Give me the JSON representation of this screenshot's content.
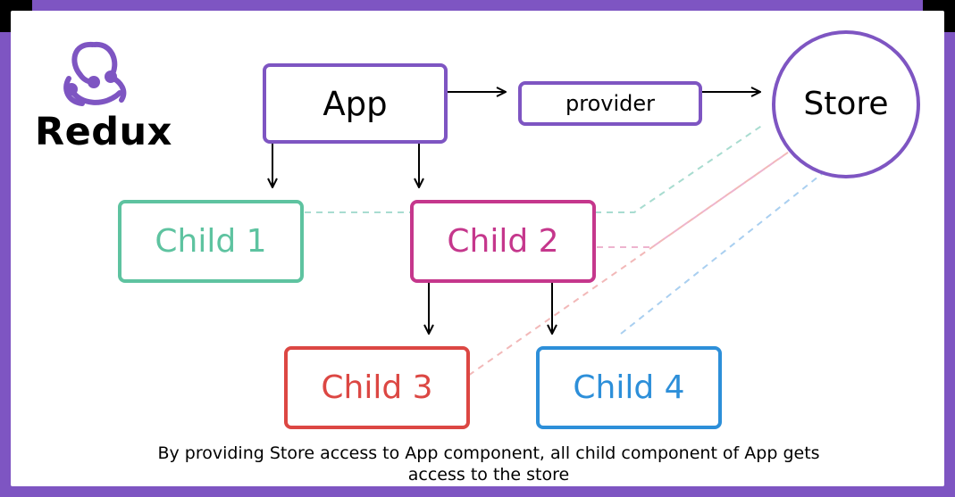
{
  "brand": {
    "name": "Redux",
    "logo_icon": "redux-logo-icon",
    "color": "#7e55c2"
  },
  "nodes": {
    "app": "App",
    "provider": "provider",
    "store": "Store",
    "child1": "Child 1",
    "child2": "Child 2",
    "child3": "Child 3",
    "child4": "Child 4"
  },
  "edges": [
    {
      "from": "App",
      "to": "provider",
      "style": "solid-arrow"
    },
    {
      "from": "provider",
      "to": "Store",
      "style": "solid-arrow"
    },
    {
      "from": "App",
      "to": "Child 1",
      "style": "solid-arrow"
    },
    {
      "from": "App",
      "to": "Child 2",
      "style": "solid-arrow"
    },
    {
      "from": "Child 2",
      "to": "Child 3",
      "style": "solid-arrow"
    },
    {
      "from": "Child 2",
      "to": "Child 4",
      "style": "solid-arrow"
    },
    {
      "from": "Store",
      "to": "Child 1",
      "style": "dashed",
      "color": "#a8dcd0"
    },
    {
      "from": "Store",
      "to": "Child 2",
      "style": "dashed",
      "color": "#eeb4cf"
    },
    {
      "from": "Store",
      "to": "Child 3",
      "style": "dashed",
      "color": "#f2b8b8"
    },
    {
      "from": "Store",
      "to": "Child 4",
      "style": "dashed",
      "color": "#a9cff0"
    }
  ],
  "colors": {
    "frame": "#7e55c2",
    "app_provider_store": "#7e55c2",
    "child1": "#5ec3a0",
    "child2": "#c5378c",
    "child3": "#dc4743",
    "child4": "#2d8fd9"
  },
  "caption": {
    "line1": "By providing Store access to App component, all child component of App gets",
    "line2": "access to the store"
  }
}
